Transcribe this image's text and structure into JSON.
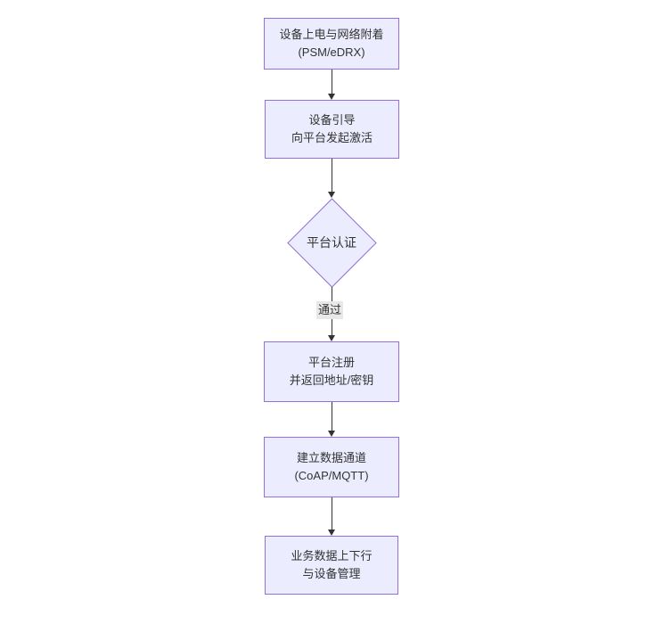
{
  "diagram": {
    "type": "flowchart",
    "direction": "top-down",
    "nodes": [
      {
        "id": "A",
        "shape": "rect",
        "lines": [
          "设备上电与网络附着",
          "(PSM/eDRX)"
        ]
      },
      {
        "id": "B",
        "shape": "rect",
        "lines": [
          "设备引导",
          "向平台发起激活"
        ]
      },
      {
        "id": "C",
        "shape": "diamond",
        "label": "平台认证"
      },
      {
        "id": "D",
        "shape": "rect",
        "lines": [
          "平台注册",
          "并返回地址/密钥"
        ]
      },
      {
        "id": "E",
        "shape": "rect",
        "lines": [
          "建立数据通道",
          "(CoAP/MQTT)"
        ]
      },
      {
        "id": "F",
        "shape": "rect",
        "lines": [
          "业务数据上下行",
          "与设备管理"
        ]
      }
    ],
    "edges": [
      {
        "from": "A",
        "to": "B",
        "label": ""
      },
      {
        "from": "B",
        "to": "C",
        "label": ""
      },
      {
        "from": "C",
        "to": "D",
        "label": "通过"
      },
      {
        "from": "D",
        "to": "E",
        "label": ""
      },
      {
        "from": "E",
        "to": "F",
        "label": ""
      }
    ],
    "colors": {
      "node_fill": "#ECECFF",
      "node_border": "#9370DB",
      "line": "#333333",
      "label_bg": "#e8e8e8",
      "text": "#333333",
      "background": "#ffffff"
    }
  }
}
